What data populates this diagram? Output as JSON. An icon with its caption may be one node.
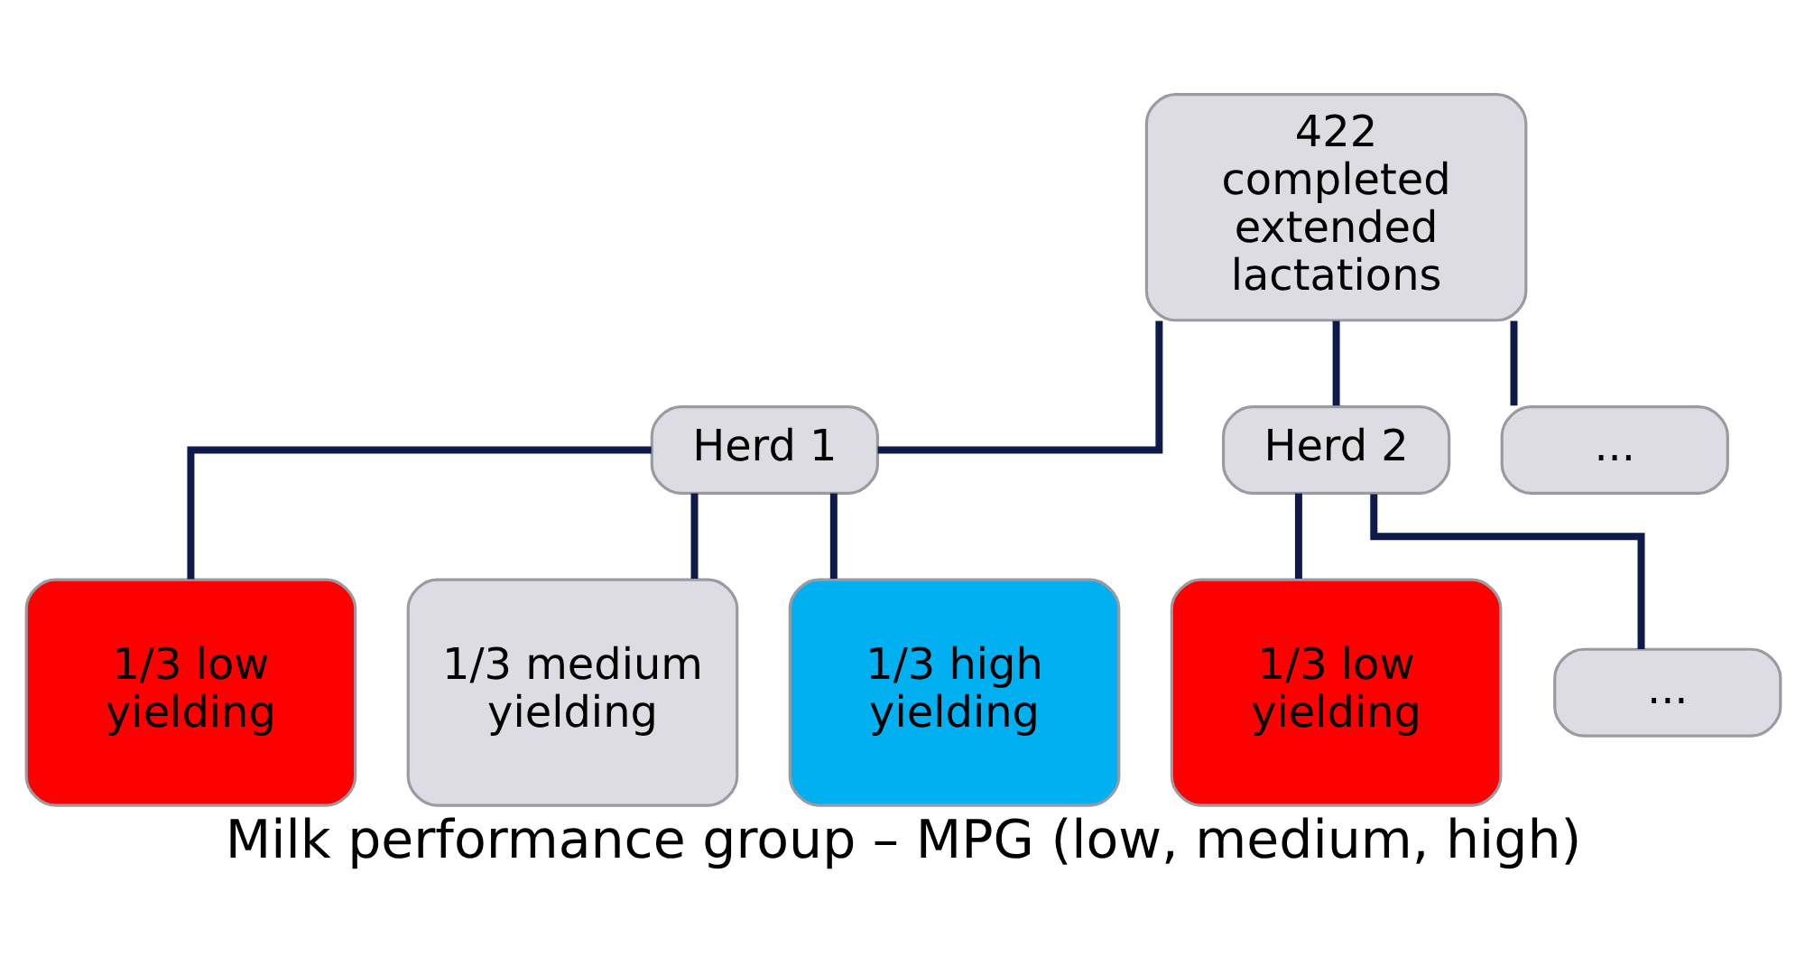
{
  "diagram": {
    "caption": "Milk performance group – MPG (low, medium, high)",
    "nodes": [
      {
        "text": [
          "422 completed extended lactations"
        ]
      },
      {
        "text": [
          "Herd 1"
        ]
      },
      {
        "text": [
          "Herd 2"
        ]
      },
      {
        "text": [
          "..."
        ]
      },
      {
        "text": [
          "1/3 low yielding"
        ]
      },
      {
        "text": [
          "1/3 medium yielding"
        ]
      },
      {
        "text": [
          "1/3 high yielding"
        ]
      },
      {
        "text": [
          "1/3 low yielding"
        ]
      },
      {
        "text": [
          "..."
        ]
      }
    ],
    "edges": [
      {
        "from": 0,
        "to": 1,
        "arrow": "none"
      },
      {
        "from": 0,
        "to": 2,
        "arrow": "none"
      },
      {
        "from": 0,
        "to": 3,
        "arrow": "none"
      },
      {
        "from": 1,
        "to": 4,
        "arrow": "none"
      },
      {
        "from": 1,
        "to": 5,
        "arrow": "none"
      },
      {
        "from": 1,
        "to": 6,
        "arrow": "none"
      },
      {
        "from": 2,
        "to": 7,
        "arrow": "none"
      },
      {
        "from": 2,
        "to": 8,
        "arrow": "none"
      }
    ]
  }
}
